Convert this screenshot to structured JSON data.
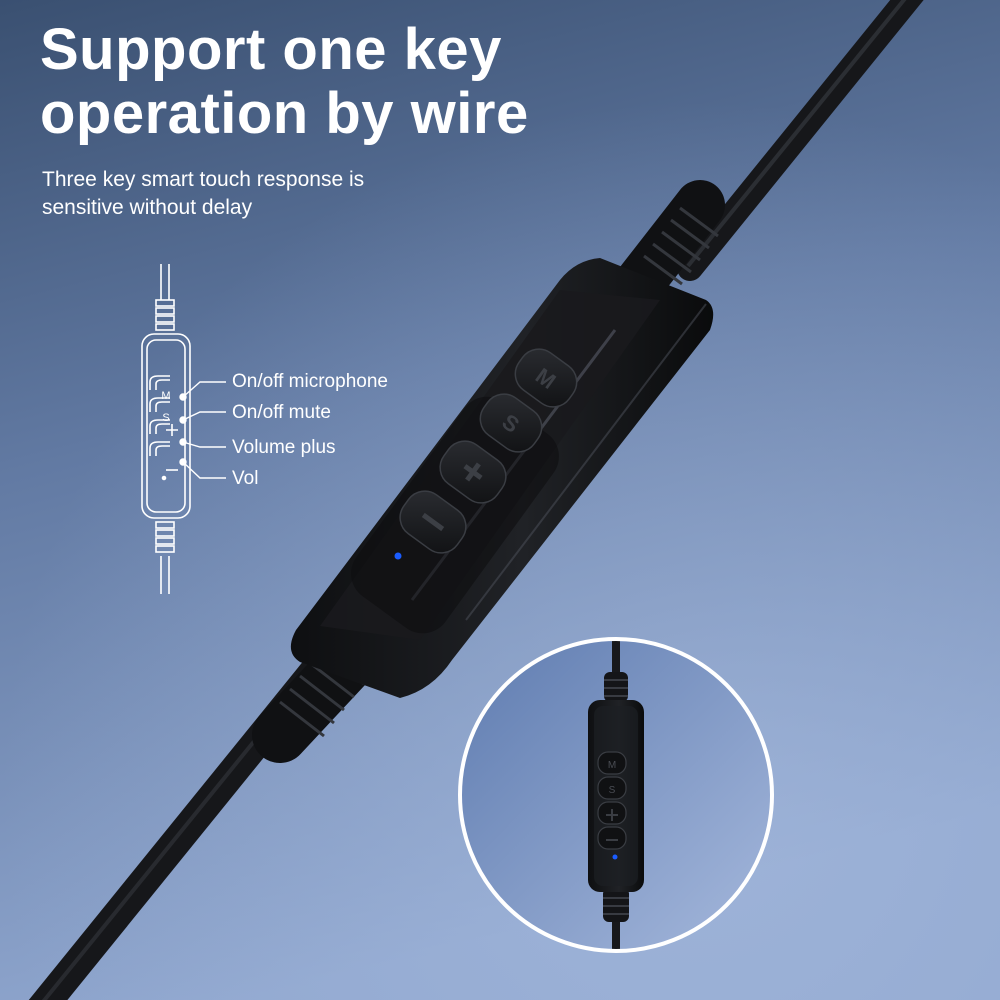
{
  "headline": {
    "line1": "Support one key",
    "line2": "operation by wire"
  },
  "subheadline": {
    "line1": "Three key smart touch response is",
    "line2": "sensitive without delay"
  },
  "diagram": {
    "labels": [
      "On/off microphone",
      "On/off mute",
      "Volume plus",
      "Vol"
    ],
    "key_letters": [
      "M",
      "S"
    ]
  },
  "product": {
    "key_letters": [
      "M",
      "S"
    ]
  },
  "colors": {
    "background_top": "#3d5474",
    "background_bottom": "#8aa1c9",
    "text": "#ffffff",
    "device_body": "#1b1c1f",
    "indicator_led": "#1a5cff"
  }
}
